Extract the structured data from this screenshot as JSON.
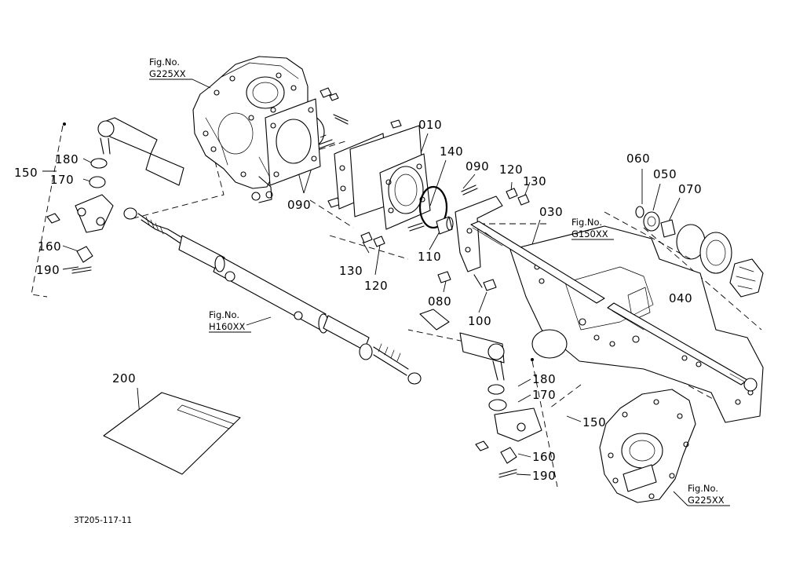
{
  "parts": {
    "p010": "010",
    "p030": "030",
    "p040": "040",
    "p050": "050",
    "p060": "060",
    "p070": "070",
    "p080": "080",
    "p090a": "090",
    "p090b": "090",
    "p100": "100",
    "p110": "110",
    "p120a": "120",
    "p120b": "120",
    "p130a": "130",
    "p130b": "130",
    "p140": "140",
    "p150a": "150",
    "p150b": "150",
    "p160a": "160",
    "p160b": "160",
    "p170a": "170",
    "p170b": "170",
    "p180a": "180",
    "p180b": "180",
    "p190a": "190",
    "p190b": "190",
    "p200": "200"
  },
  "figures": {
    "fig_label": "Fig.No.",
    "g225_top": "G225XX",
    "g150": "G150XX",
    "h160": "H160XX",
    "g225_bottom": "G225XX"
  },
  "drawing_code": "3T205-117-11"
}
